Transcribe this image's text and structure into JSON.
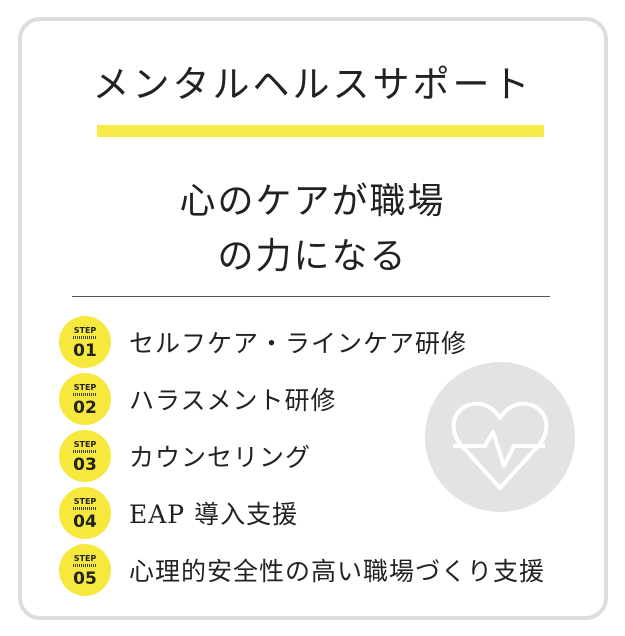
{
  "title": "メンタルヘルスサポート",
  "subtitle": [
    "心のケアが職場",
    "の力になる"
  ],
  "accent_color": "#f7ea48",
  "icon": "heart-pulse-icon",
  "steps": [
    {
      "badge": "STEP",
      "num": "01",
      "label": "セルフケア・ラインケア研修"
    },
    {
      "badge": "STEP",
      "num": "02",
      "label": "ハラスメント研修"
    },
    {
      "badge": "STEP",
      "num": "03",
      "label": "カウンセリング"
    },
    {
      "badge": "STEP",
      "num": "04",
      "label": "EAP 導入支援"
    },
    {
      "badge": "STEP",
      "num": "05",
      "label": "心理的安全性の高い職場づくり支援"
    }
  ]
}
